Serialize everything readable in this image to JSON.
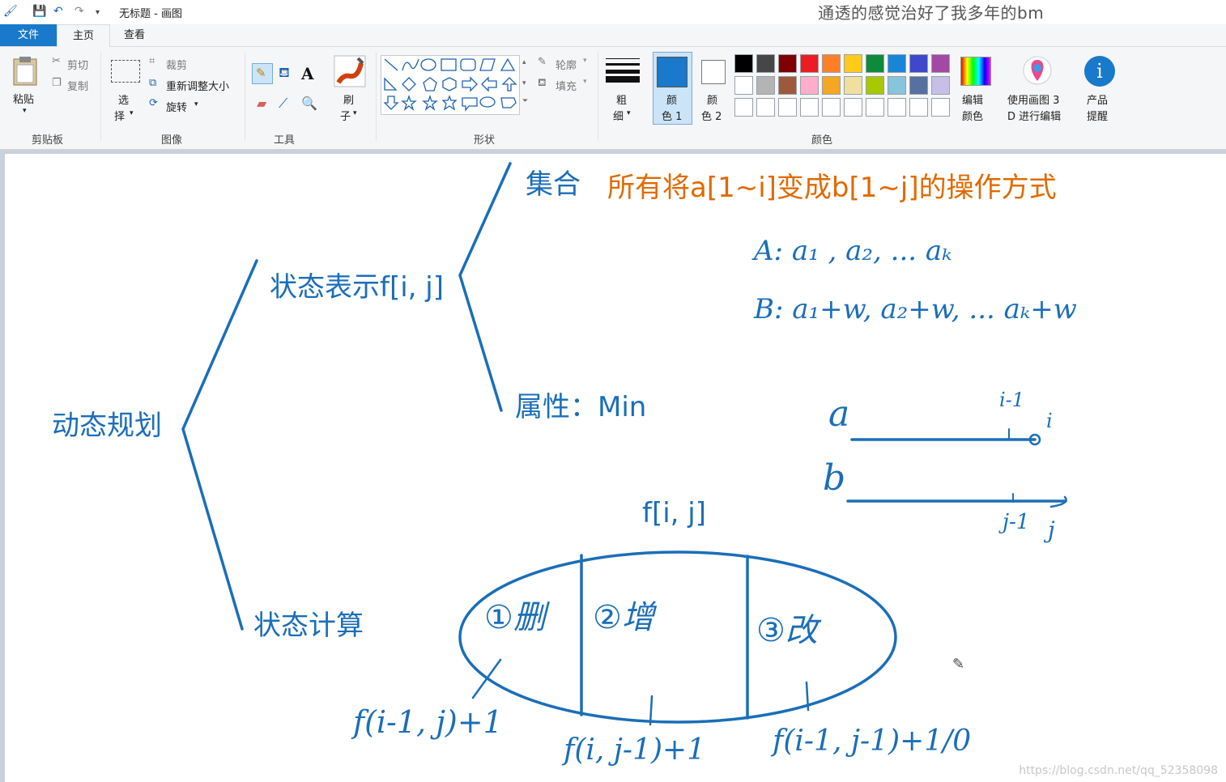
{
  "titlebar": {
    "title": "无标题 - 画图",
    "overlay_text": "通透的感觉治好了我多年的bm"
  },
  "tabs": {
    "file": "文件",
    "home": "主页",
    "view": "查看"
  },
  "clipboard": {
    "paste": "粘贴",
    "cut": "剪切",
    "copy": "复制",
    "group": "剪贴板"
  },
  "image": {
    "select_top": "选",
    "select_bottom": "择",
    "crop": "裁剪",
    "resize": "重新调整大小",
    "rotate": "旋转",
    "group": "图像"
  },
  "tools": {
    "group": "工具",
    "brush_top": "刷",
    "brush_bottom": "子"
  },
  "shapes": {
    "outline": "轮廓",
    "fill": "填充",
    "group": "形状"
  },
  "size": {
    "top": "粗",
    "bottom": "细"
  },
  "colors": {
    "color1_top": "颜",
    "color1_bottom": "色 1",
    "color2_top": "颜",
    "color2_bottom": "色 2",
    "edit_top": "编辑",
    "edit_bottom": "颜色",
    "paint3d_top": "使用画图 3",
    "paint3d_bottom": "D 进行编辑",
    "alert_top": "产品",
    "alert_bottom": "提醒",
    "group": "颜色",
    "palette": [
      "#000000",
      "#464646",
      "#7f0000",
      "#ec1c24",
      "#ff7f27",
      "#ffca18",
      "#0e8a3a",
      "#1a85d7",
      "#3f48cc",
      "#a349a4",
      "#ffffff",
      "#b4b4b4",
      "#9c5a3c",
      "#ffaec9",
      "#f5a623",
      "#f0e0a0",
      "#a8c800",
      "#88c4dc",
      "#5670a0",
      "#c8bfe7"
    ],
    "color1_value": "#1979ca",
    "color2_value": "#ffffff"
  },
  "canvas": {
    "root": "动态规划",
    "state_repr": "状态表示f[i, j]",
    "set_label": "集合",
    "set_desc": "所有将a[1~i]变成b[1~j]的操作方式",
    "attribute": "属性：Min",
    "state_calc": "状态计算",
    "fij": "f[i, j]",
    "hw_A": "A: a₁ , a₂, ... aₖ",
    "hw_B": "B: a₁+w, a₂+w, ... aₖ+w",
    "hw_a": "a",
    "hw_b": "b",
    "hw_i1": "i-1",
    "hw_i": "i",
    "hw_j1": "j-1",
    "hw_j": "j",
    "part1": "①删",
    "part2": "②增",
    "part3": "③改",
    "f1": "f(i-1, j)+1",
    "f2": "f(i, j-1)+1",
    "f3": "f(i-1, j-1)+1/0"
  },
  "watermark": "https://blog.csdn.net/qq_52358098"
}
